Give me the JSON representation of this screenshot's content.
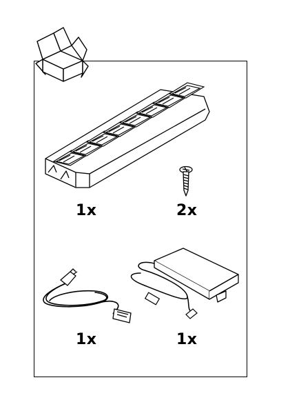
{
  "items": [
    {
      "name": "charging-rack",
      "quantity": "1x"
    },
    {
      "name": "mounting-screw",
      "quantity": "2x"
    },
    {
      "name": "power-cord",
      "quantity": "1x"
    },
    {
      "name": "power-adapter",
      "quantity": "1x"
    }
  ],
  "icons": {
    "package": "open-box-icon",
    "rack": "multi-bay-charger-icon",
    "screw": "screw-icon",
    "cord": "power-cord-icon",
    "adapter": "power-supply-icon"
  },
  "colors": {
    "line": "#000000",
    "background": "#ffffff"
  }
}
